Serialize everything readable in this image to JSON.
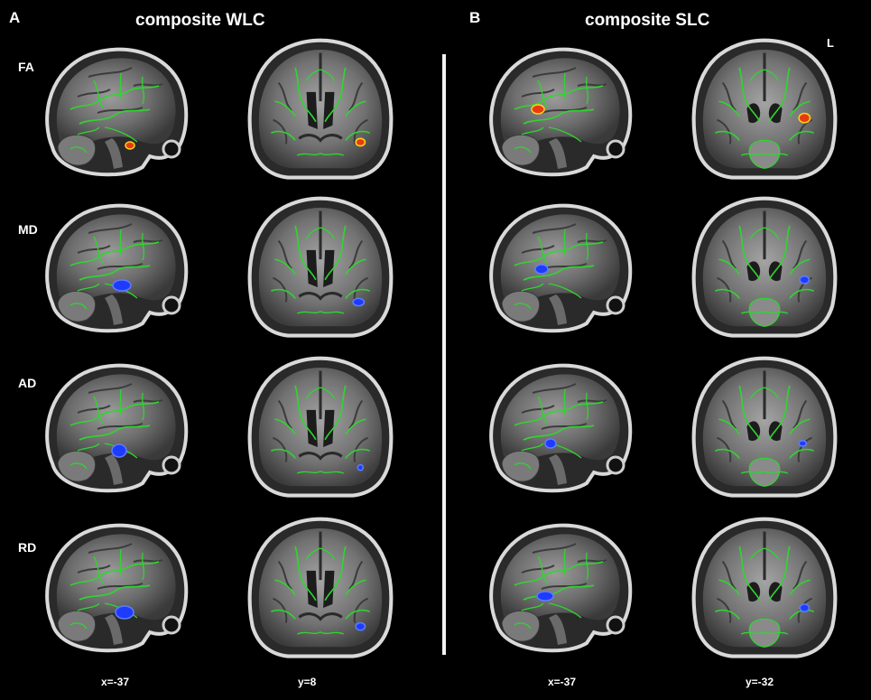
{
  "panels": [
    {
      "letter": "A",
      "title": "composite WLC",
      "x_coord": "x=-37",
      "y_coord": "y=8"
    },
    {
      "letter": "B",
      "title": "composite SLC",
      "x_coord": "x=-37",
      "y_coord": "y=-32",
      "side_marker": "L"
    }
  ],
  "rows": [
    {
      "label": "FA",
      "cluster_color": "red-orange"
    },
    {
      "label": "MD",
      "cluster_color": "blue"
    },
    {
      "label": "AD",
      "cluster_color": "blue"
    },
    {
      "label": "RD",
      "cluster_color": "blue"
    }
  ],
  "colors": {
    "background": "#000000",
    "skeleton": "#2fd62f",
    "cluster_red": "#e83a10",
    "cluster_yellow": "#ffd21a",
    "cluster_blue": "#1d3cff",
    "cluster_blue_light": "#5f7cff",
    "label": "#ffffff",
    "divider": "#f2f2f2"
  }
}
